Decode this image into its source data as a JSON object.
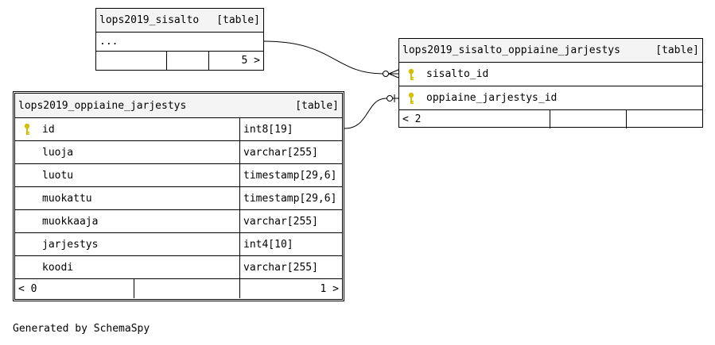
{
  "colors": {
    "key": "#d4c000",
    "border": "#000000",
    "header_bg": "#f4f4f4"
  },
  "tables": {
    "sisalto": {
      "name": "lops2019_sisalto",
      "type": "[table]",
      "ellipsis": "...",
      "footer": {
        "left": "",
        "mid": "",
        "right": "5 >"
      }
    },
    "link": {
      "name": "lops2019_sisalto_oppiaine_jarjestys",
      "type": "[table]",
      "columns": [
        {
          "name": "sisalto_id",
          "icon": "key-icon"
        },
        {
          "name": "oppiaine_jarjestys_id",
          "icon": "key-icon"
        }
      ],
      "footer": {
        "left": "< 2",
        "mid": "",
        "right": ""
      }
    },
    "main": {
      "name": "lops2019_oppiaine_jarjestys",
      "type": "[table]",
      "columns": [
        {
          "name": "id",
          "type": "int8[19]",
          "icon": "key-icon"
        },
        {
          "name": "luoja",
          "type": "varchar[255]"
        },
        {
          "name": "luotu",
          "type": "timestamp[29,6]"
        },
        {
          "name": "muokattu",
          "type": "timestamp[29,6]"
        },
        {
          "name": "muokkaaja",
          "type": "varchar[255]"
        },
        {
          "name": "jarjestys",
          "type": "int4[10]"
        },
        {
          "name": "koodi",
          "type": "varchar[255]"
        }
      ],
      "footer": {
        "left": "< 0",
        "mid": "",
        "right": "1 >"
      }
    }
  },
  "generated_by": "Generated by SchemaSpy"
}
